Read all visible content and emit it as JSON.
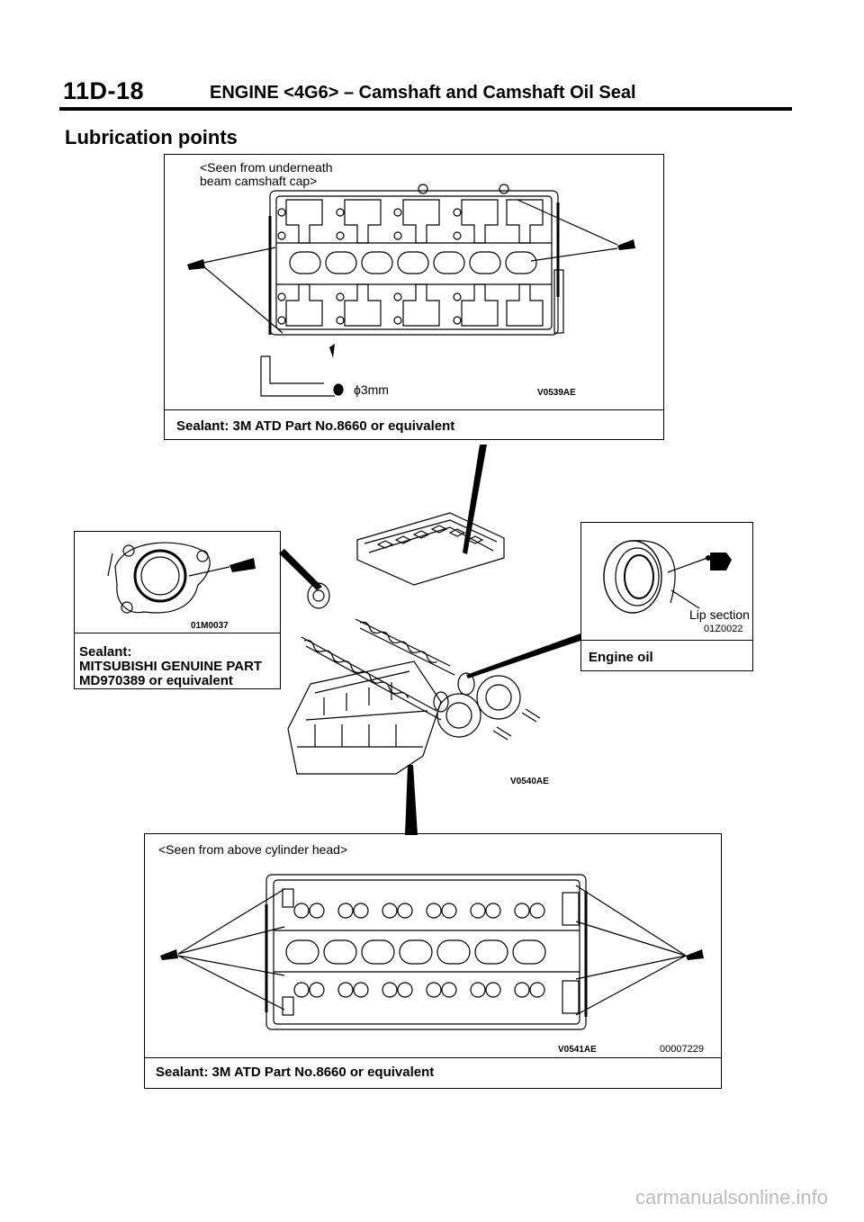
{
  "header": {
    "section_code": "11D-18",
    "title": "ENGINE <4G6> – Camshaft and Camshaft Oil Seal"
  },
  "subheading": "Lubrication points",
  "top_panel": {
    "caption_line1": "<Seen from underneath",
    "caption_line2": "beam camshaft cap>",
    "bead_label": "ϕ3mm",
    "ref_code": "V0539AE",
    "note": "Sealant: 3M ATD Part No.8660 or equivalent"
  },
  "left_panel": {
    "ref_code": "01M0037",
    "note_line1": "Sealant:",
    "note_line2": "MITSUBISHI GENUINE PART",
    "note_line3": "MD970389 or equivalent"
  },
  "right_panel": {
    "lip_label": "Lip section",
    "ref_code": "01Z0022",
    "note": "Engine oil"
  },
  "center_assembly": {
    "ref_code": "V0540AE"
  },
  "bottom_panel": {
    "caption": "<Seen from above cylinder head>",
    "ref_code": "V0541AE",
    "ref_code2": "00007229",
    "note": "Sealant: 3M ATD Part No.8660 or equivalent"
  },
  "watermark": "carmanualsonline.info"
}
